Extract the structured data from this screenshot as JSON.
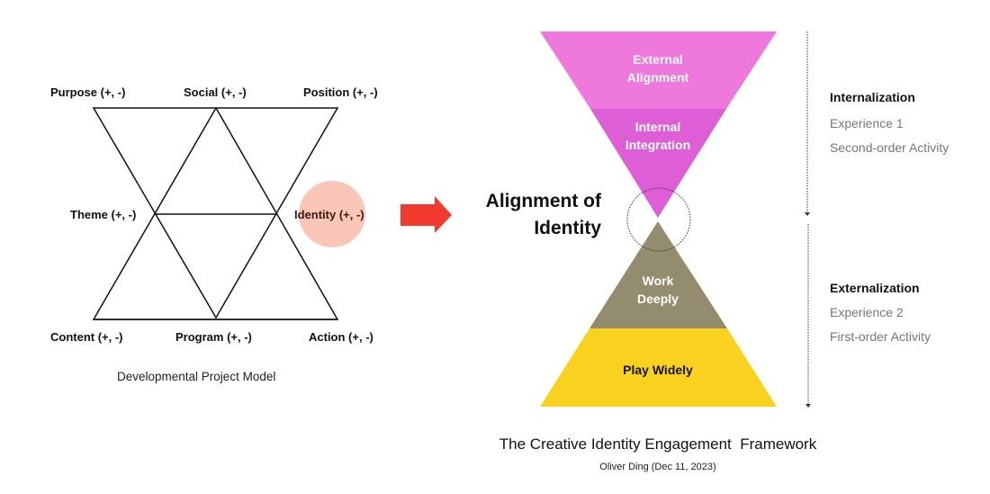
{
  "left_model": {
    "caption": "Developmental Project Model",
    "labels": {
      "purpose": "Purpose (+, -)",
      "social": "Social (+, -)",
      "position": "Position (+, -)",
      "theme": "Theme (+, -)",
      "identity": "Identity (+, -)",
      "content": "Content (+, -)",
      "program": "Program (+, -)",
      "action": "Action (+, -)"
    },
    "highlight_color": "#f9c6b8"
  },
  "arrow": {
    "color": "#f23b2e"
  },
  "center_title": {
    "line1": "Alignment of",
    "line2": "Identity"
  },
  "hourglass": {
    "top_layers": [
      {
        "line1": "External",
        "line2": "Alignment",
        "color": "#ef78dc"
      },
      {
        "line1": "Internal",
        "line2": "Integration",
        "color": "#de5fd5"
      }
    ],
    "bottom_layers": [
      {
        "line1": "Work",
        "line2": "Deeply",
        "color": "#938c6e"
      },
      {
        "line1": "Play Widely",
        "line2": "",
        "color": "#f8d21e"
      }
    ]
  },
  "side": {
    "internalization": {
      "heading": "Internalization",
      "line1": "Experience 1",
      "line2": "Second-order Activity"
    },
    "externalization": {
      "heading": "Externalization",
      "line1": "Experience 2",
      "line2": "First-order Activity"
    }
  },
  "footer": {
    "title": "The Creative Identity Engagement  Framework",
    "subtitle": "Oliver Ding (Dec 11, 2023)"
  }
}
